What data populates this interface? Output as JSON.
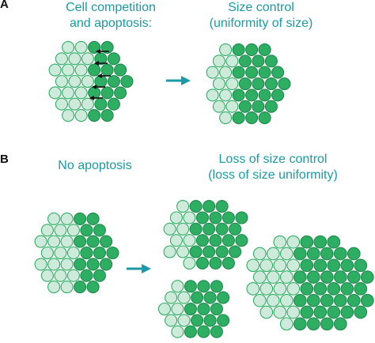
{
  "colors": {
    "text": "#1a9aa6",
    "dark_fill": "#2eae63",
    "dark_stroke": "#1f8a4c",
    "light_fill": "#cdeadb",
    "light_stroke": "#2eae63",
    "arrow": "#1a9aa6",
    "mini_arrow": "#111111"
  },
  "panel_a": {
    "letter": "A",
    "left_caption_line1": "Cell competition",
    "left_caption_line2": "and apoptosis:",
    "right_caption_line1": "Size control",
    "right_caption_line2": "(uniformity of size)"
  },
  "panel_b": {
    "letter": "B",
    "left_caption": "No apoptosis",
    "right_caption_line1": "Loss of size control",
    "right_caption_line2": "(loss of size uniformity)"
  }
}
